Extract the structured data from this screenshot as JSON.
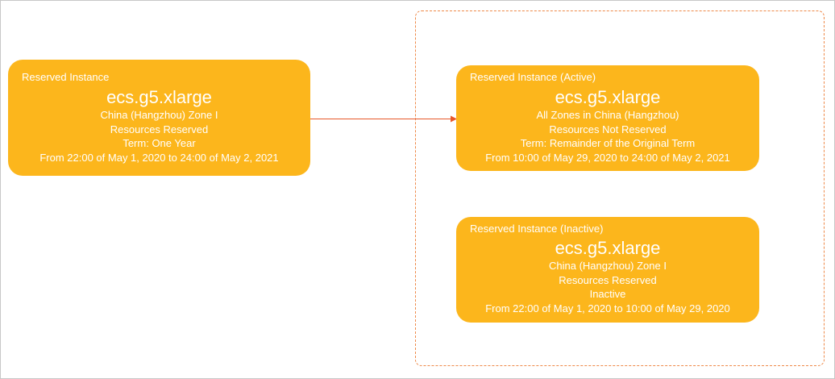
{
  "colors": {
    "node_fill": "#fcb61c",
    "node_text": "#ffffff",
    "connector": "#e8582a",
    "group_border": "#ee8a4a",
    "frame_border": "#c8c8c8"
  },
  "diagram": {
    "source": {
      "label": "Reserved Instance",
      "title": "ecs.g5.xlarge",
      "lines": [
        "China (Hangzhou) Zone I",
        "Resources Reserved",
        "Term: One Year",
        "From 22:00 of May 1, 2020 to 24:00 of May 2, 2021"
      ]
    },
    "active": {
      "label": "Reserved Instance (Active)",
      "title": "ecs.g5.xlarge",
      "lines": [
        "All Zones in China (Hangzhou)",
        "Resources Not Reserved",
        "Term: Remainder of the Original Term",
        "From 10:00 of May 29, 2020 to 24:00 of May 2, 2021"
      ]
    },
    "inactive": {
      "label": "Reserved Instance (Inactive)",
      "title": "ecs.g5.xlarge",
      "lines": [
        "China (Hangzhou) Zone I",
        "Resources Reserved",
        "Inactive",
        "From 22:00 of May 1, 2020 to 10:00 of May 29, 2020"
      ]
    }
  }
}
